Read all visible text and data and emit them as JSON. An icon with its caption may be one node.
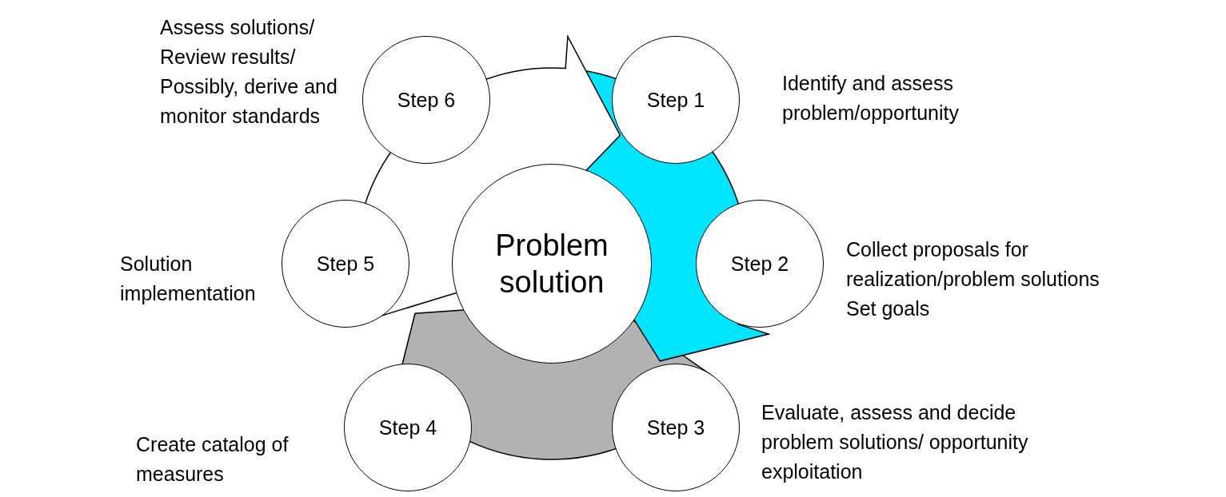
{
  "diagram": {
    "nodes": [
      {
        "text": [
          "Problem solution"
        ]
      },
      {
        "text": [
          "Step 1"
        ],
        "beside": [
          "Identify and assess problem/opportunity"
        ]
      },
      {
        "text": [
          "Step 2"
        ],
        "beside": [
          "Collect proposals for realization/problem solutions",
          "Set goals"
        ]
      },
      {
        "text": [
          "Step 3"
        ],
        "beside": [
          "Evaluate, assess and decide problem solutions/ opportunity exploitation"
        ]
      },
      {
        "text": [
          "Step 4"
        ],
        "beside": [
          "Create catalog of measures"
        ]
      },
      {
        "text": [
          "Step 5"
        ],
        "beside": [
          "Solution implementation"
        ]
      },
      {
        "text": [
          "Step 6"
        ],
        "beside": [
          "Assess solutions/ Review results/ Possibly, derive and monitor standards"
        ]
      }
    ],
    "edges": [
      {
        "from": 3,
        "to": 5,
        "arrow": "to",
        "style": "thick",
        "color": "#b2b2b2"
      },
      {
        "from": 1,
        "to": 3,
        "arrow": "to",
        "style": "thick",
        "color": "#00e5ff"
      },
      {
        "from": 5,
        "to": 1,
        "arrow": "to",
        "style": "thick",
        "color": "#ffffff"
      }
    ]
  }
}
